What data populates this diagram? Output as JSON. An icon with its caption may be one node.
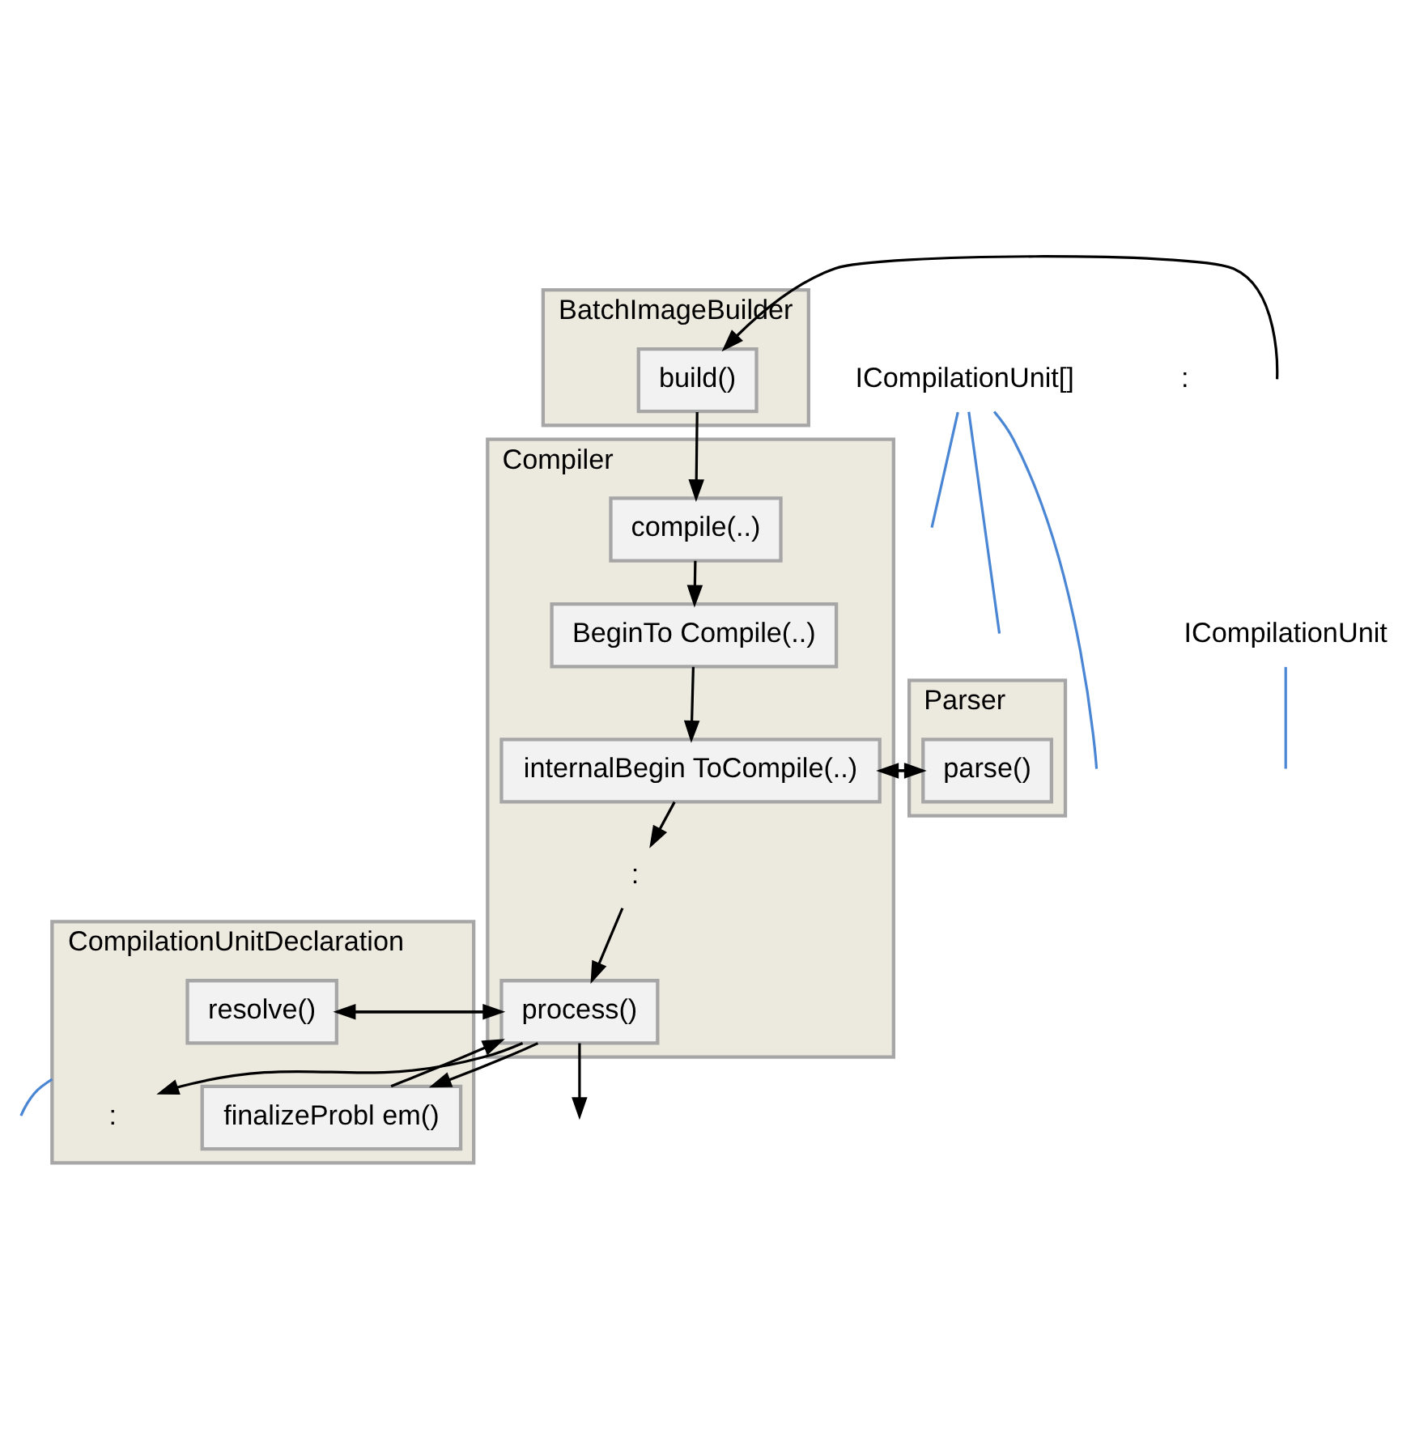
{
  "diagram": {
    "nodes": [
      {
        "text": [
          "BatchImageBuilder"
        ]
      },
      {
        "text": [
          "build()"
        ],
        "in": 0
      },
      {
        "text": [
          "Compiler"
        ]
      },
      {
        "text": [
          "compile(..)"
        ],
        "in": 2
      },
      {
        "text": [
          "BeginTo Compile(..)"
        ],
        "in": 2
      },
      {
        "text": [
          "internalBegin ToCompile(..)"
        ],
        "in": 2
      },
      {
        "text": [
          ":"
        ],
        "in": 2
      },
      {
        "text": [
          "process()"
        ],
        "in": 2
      },
      {
        "text": [
          "Parser"
        ]
      },
      {
        "text": [
          "parse()"
        ],
        "in": 8
      },
      {
        "text": [
          "CompilationUnitDeclaration"
        ]
      },
      {
        "text": [
          "resolve()"
        ],
        "in": 10
      },
      {
        "text": [
          "finalizeProbl em()"
        ],
        "in": 10
      },
      {
        "text": [
          ":"
        ],
        "in": 10
      },
      {
        "text": [
          "ICompilationUnit[]"
        ]
      },
      {
        "text": [
          "ICompilationUnit"
        ]
      }
    ],
    "edges": [
      {
        "from": null,
        "to": 1,
        "arrow": "to"
      },
      {
        "from": 1,
        "to": 3,
        "arrow": "to"
      },
      {
        "from": 3,
        "to": 4,
        "arrow": "to"
      },
      {
        "from": 4,
        "to": 5,
        "arrow": "to"
      },
      {
        "from": 5,
        "to": 6,
        "arrow": "to"
      },
      {
        "from": 6,
        "to": 7,
        "arrow": "to"
      },
      {
        "from": 5,
        "to": 9,
        "arrow": "to"
      },
      {
        "from": 9,
        "to": 5,
        "arrow": "to"
      },
      {
        "from": 7,
        "to": 11,
        "arrow": "to"
      },
      {
        "from": 11,
        "to": 7,
        "arrow": "to"
      },
      {
        "from": 7,
        "to": 12,
        "arrow": "to"
      },
      {
        "from": 12,
        "to": 7,
        "arrow": "to"
      },
      {
        "from": 7,
        "to": 13,
        "arrow": "to"
      },
      {
        "from": 7,
        "to": null,
        "arrow": "to"
      },
      {
        "from": 14,
        "to": null,
        "arrow": "none",
        "color": "#4a86d4"
      },
      {
        "from": 14,
        "to": null,
        "arrow": "none",
        "color": "#4a86d4"
      },
      {
        "from": 14,
        "to": null,
        "arrow": "none",
        "color": "#4a86d4"
      },
      {
        "from": 15,
        "to": null,
        "arrow": "none",
        "color": "#4a86d4"
      },
      {
        "from": 10,
        "to": null,
        "arrow": "none",
        "color": "#4a86d4"
      }
    ],
    "labels": [
      ":"
    ]
  }
}
